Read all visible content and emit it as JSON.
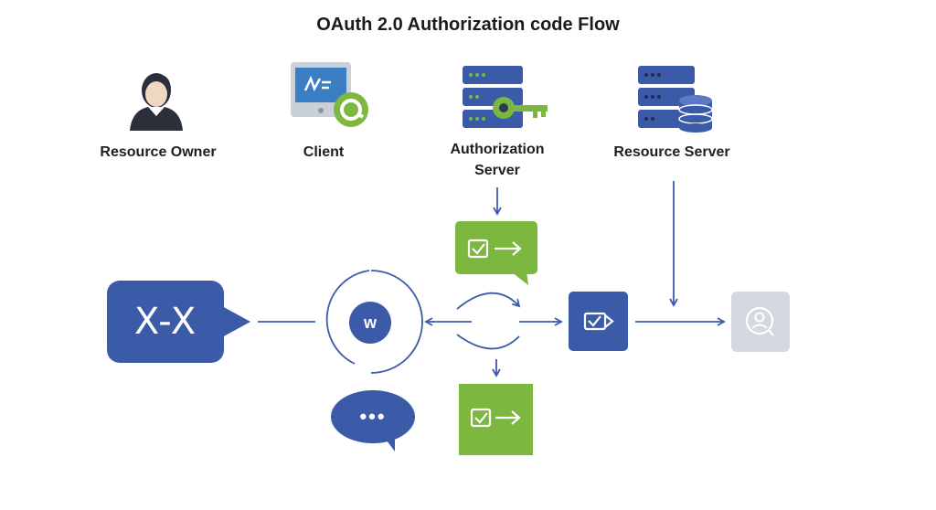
{
  "title": "OAuth 2.0 Authorization code Flow",
  "actors": [
    {
      "label": "Resource Owner",
      "icon": "person-icon"
    },
    {
      "label": "Client",
      "icon": "laptop-icon"
    },
    {
      "label_line1": "Authorization",
      "label_line2": "Server",
      "icon": "server-key-icon"
    },
    {
      "label": "Resource Server",
      "icon": "server-database-icon"
    }
  ],
  "flow": {
    "xx_bubble_text": "X-X",
    "client_circle_text": "w",
    "chat_bubble_text": "•••"
  },
  "colors": {
    "blue": "#3b5ba9",
    "green": "#7cb83f",
    "gray": "#d4d9e0",
    "arrow": "#3b5ba9"
  }
}
